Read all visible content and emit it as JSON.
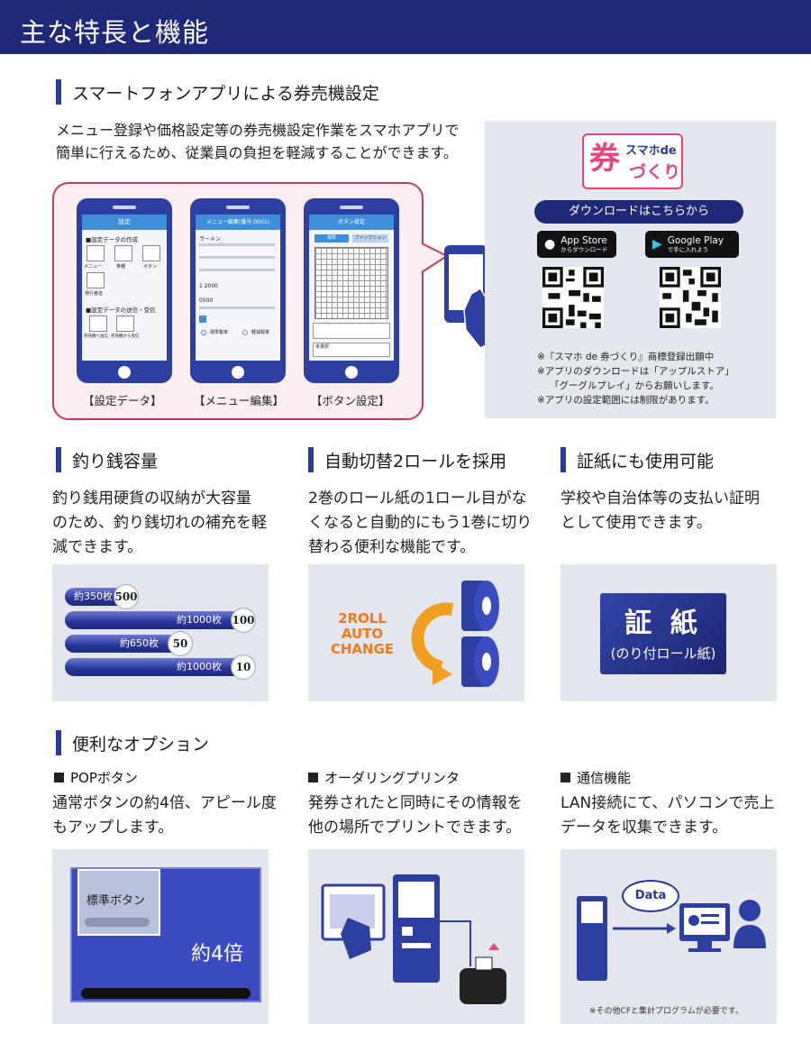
{
  "banner": {
    "title": "主な特長と機能"
  },
  "app_section": {
    "heading": "スマートフォンアプリによる券売機設定",
    "description_lines": [
      "メニュー登録や価格設定等の券売機設定作業をスマホアプリで",
      "簡単に行えるため、従業員の負担を軽減することができます。"
    ],
    "phones": [
      {
        "caption": "【設定データ】",
        "header": "設定",
        "section1": "■設定データの作成",
        "tiles": [
          "メニュー",
          "券種",
          "ボタン",
          "発行者名"
        ],
        "section2": "■設定データの送信・受信",
        "tiles2": [
          "券売機へ送信",
          "券売機から受信"
        ]
      },
      {
        "caption": "【メニュー編集】",
        "header": "メニュー編集(番号:0001)",
        "field1": "ラーメン",
        "field2": "0500",
        "field3": "1 2000",
        "field4": "標準税率",
        "field5": "軽減税率"
      },
      {
        "caption": "【ボタン設定】",
        "header": "ボタン設定",
        "tab1": "標準",
        "tab2": "ファンクション",
        "footer": "未選択"
      }
    ],
    "download_panel": {
      "logo_big": "券",
      "logo_small": "スマホde",
      "logo_small2": "づくり",
      "pill": "ダウンロードはこちらから",
      "app_store": {
        "label": "App Store",
        "sub": "からダウンロード",
        "icon": "apple-icon"
      },
      "google_play": {
        "label": "Google Play",
        "sub": "で手に入れよう",
        "icon": "play-icon"
      },
      "notes": [
        "※『スマホ de 券づくり』商標登録出願中",
        "※アプリのダウンロードは「アップルストア」",
        "「グーグルプレイ」からお願いします。",
        "※アプリの設定範囲には制限があります。"
      ]
    }
  },
  "features": [
    {
      "heading": "釣り銭容量",
      "lines": [
        "釣り銭用硬貨の収納が大容量",
        "のため、釣り銭切れの補充を軽",
        "減できます。"
      ]
    },
    {
      "heading": "自動切替2ロールを採用",
      "lines": [
        "2巻のロール紙の1ロール目がな",
        "くなると自動的にもう1巻に切り",
        "替わる便利な機能です。"
      ]
    },
    {
      "heading": "証紙にも使用可能",
      "lines": [
        "学校や自治体等の支払い証明",
        "として使用できます。"
      ]
    }
  ],
  "coin_bars": [
    {
      "label": "約350枚",
      "coin": "500",
      "fraction": 0.35
    },
    {
      "label": "約1000枚",
      "coin": "100",
      "fraction": 1.0
    },
    {
      "label": "約650枚",
      "coin": "50",
      "fraction": 0.65
    },
    {
      "label": "約1000枚",
      "coin": "10",
      "fraction": 1.0
    }
  ],
  "roll_image": {
    "line1": "2ROLL",
    "line2": "AUTO",
    "line3": "CHANGE"
  },
  "stamp_image": {
    "title": "証 紙",
    "subtitle": "(のり付ロール紙)"
  },
  "options_section": {
    "heading": "便利なオプション",
    "items": [
      {
        "title": "POPボタン",
        "lines": [
          "通常ボタンの約4倍、アピール度",
          "もアップします。"
        ]
      },
      {
        "title": "オーダリングプリンタ",
        "lines": [
          "発券されたと同時にその情報を",
          "他の場所でプリントできます。"
        ]
      },
      {
        "title": "通信機能",
        "lines": [
          "LAN接続にて、パソコンで売上",
          "データを収集できます。"
        ]
      }
    ],
    "pop_image": {
      "standard_label": "標準ボタン",
      "multiplier": "約4倍"
    },
    "comm_image": {
      "bubble": "Data",
      "note": "※その他CFと集計プログラムが必要です。"
    }
  }
}
